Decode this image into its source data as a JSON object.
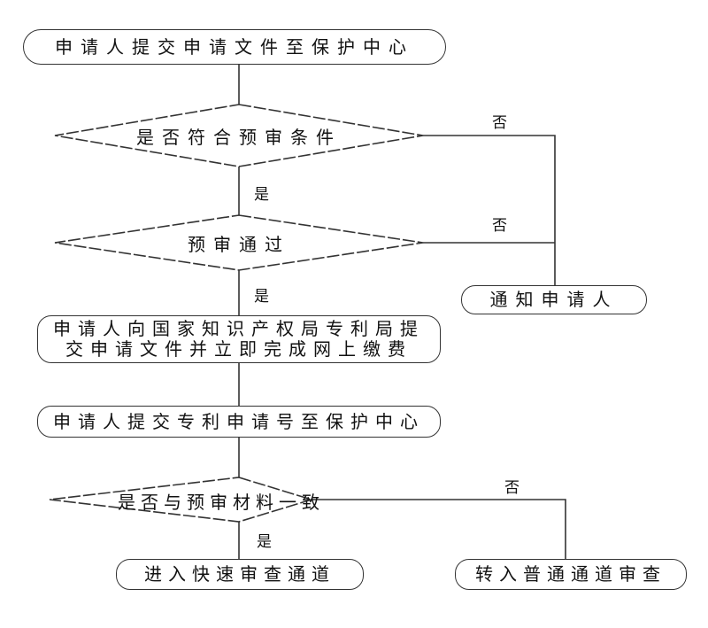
{
  "nodes": {
    "start": "申请人提交申请文件至保护中心",
    "decision1": "是否符合预审条件",
    "decision2": "预审通过",
    "notify": "通知申请人",
    "submit_line1": "申请人向国家知识产权局专利局提",
    "submit_line2": "交申请文件并立即完成网上缴费",
    "submit_number": "申请人提交专利申请号至保护中心",
    "decision3": "是否与预审材料一致",
    "fast_track": "进入快速审查通道",
    "normal_track": "转入普通通道审查"
  },
  "labels": {
    "yes": "是",
    "no": "否"
  }
}
